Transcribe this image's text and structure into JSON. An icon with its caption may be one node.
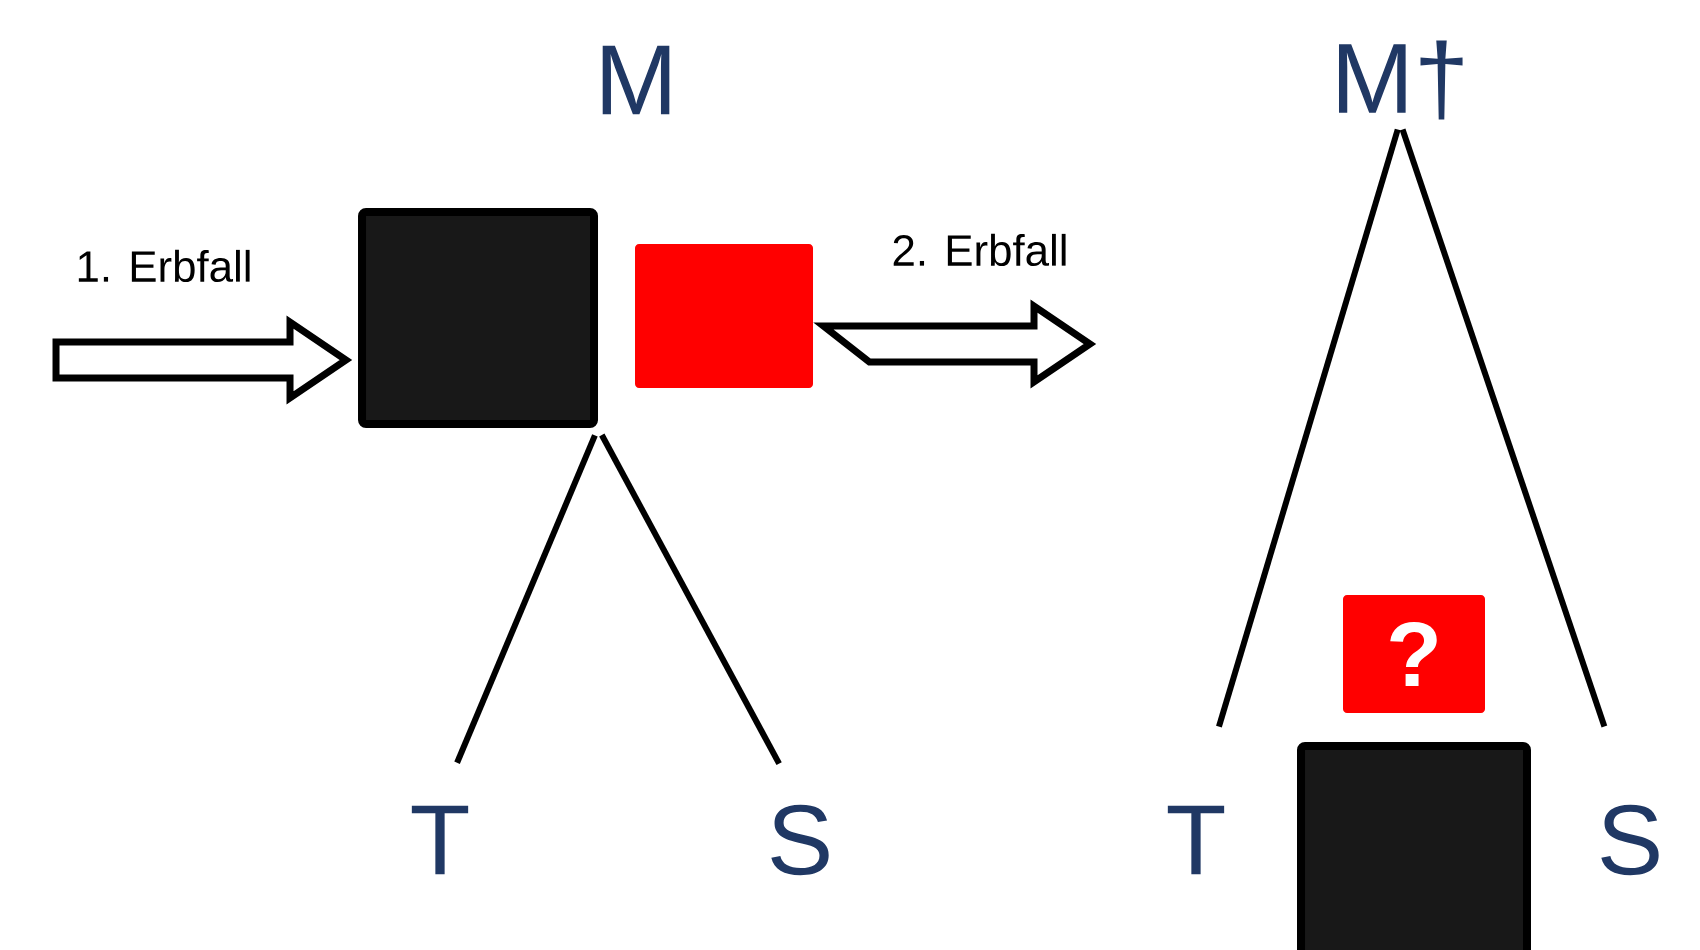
{
  "diagram": {
    "nodes": [
      {
        "text": [
          "M"
        ]
      },
      {
        "text": [],
        "shape": "box"
      },
      {
        "text": [],
        "shape": "box"
      },
      {
        "text": [
          "T"
        ]
      },
      {
        "text": [
          "S"
        ]
      },
      {
        "text": [
          "M†"
        ]
      },
      {
        "text": [
          "?"
        ]
      },
      {
        "text": [],
        "shape": "box"
      },
      {
        "text": [
          "T"
        ]
      },
      {
        "text": [
          "S"
        ]
      }
    ],
    "edges": [
      {
        "from": null,
        "to": 1,
        "arrow": "to",
        "label": "1. Erbfall"
      },
      {
        "from": 2,
        "to": null,
        "arrow": "to",
        "label": "2. Erbfall"
      },
      {
        "from": 1,
        "to": 3,
        "arrow": "none"
      },
      {
        "from": 1,
        "to": 4,
        "arrow": "none"
      },
      {
        "from": 5,
        "to": 8,
        "arrow": "none"
      },
      {
        "from": 5,
        "to": 9,
        "arrow": "none"
      }
    ]
  }
}
